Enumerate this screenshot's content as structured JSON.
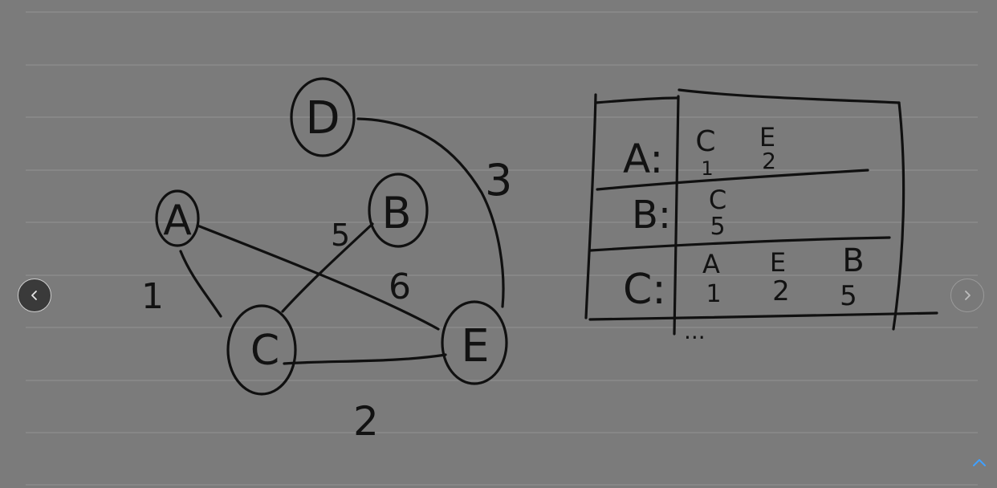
{
  "diagram": {
    "nodes": [
      {
        "id": "A",
        "label": "A"
      },
      {
        "id": "B",
        "label": "B"
      },
      {
        "id": "C",
        "label": "C"
      },
      {
        "id": "D",
        "label": "D"
      },
      {
        "id": "E",
        "label": "E"
      }
    ],
    "edges": [
      {
        "from": "A",
        "to": "C",
        "weight": "1"
      },
      {
        "from": "A",
        "to": "E",
        "weight": "6"
      },
      {
        "from": "B",
        "to": "C",
        "weight": "5"
      },
      {
        "from": "C",
        "to": "E",
        "weight": "2"
      },
      {
        "from": "D",
        "to": "E",
        "weight": "3"
      }
    ]
  },
  "adjacency_table": {
    "rows": [
      {
        "label": "A:",
        "cells": [
          {
            "node": "C",
            "weight": "1"
          },
          {
            "node": "E",
            "weight": "2"
          }
        ]
      },
      {
        "label": "B:",
        "cells": [
          {
            "node": "C",
            "weight": "5"
          }
        ]
      },
      {
        "label": "C:",
        "cells": [
          {
            "node": "A",
            "weight": "1"
          },
          {
            "node": "E",
            "weight": "2"
          },
          {
            "node": "B",
            "weight": "5"
          }
        ]
      }
    ],
    "continuation": "..."
  },
  "icons": {
    "prev": "chevron-left-icon",
    "next": "chevron-right-icon",
    "top": "chevron-up-icon"
  },
  "colors": {
    "background": "#7b7b7b",
    "ink": "#101010",
    "ruled_lines": "#8e8e8e"
  }
}
